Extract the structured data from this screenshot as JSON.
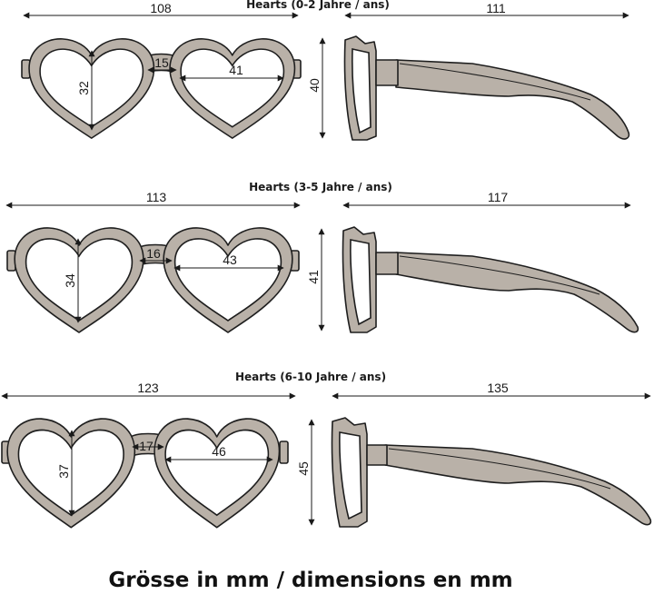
{
  "colors": {
    "frame": "#b9b1a8",
    "outline": "#1e1e1e",
    "lens": "#ffffff",
    "text": "#1a1a1a"
  },
  "models": [
    {
      "title": "Hearts (0-2 Jahre / ans)",
      "total_width": "108",
      "temple_length": "111",
      "lens_height": "32",
      "bridge": "15",
      "lens_width": "41",
      "frame_height": "40"
    },
    {
      "title": "Hearts (3-5 Jahre / ans)",
      "total_width": "113",
      "temple_length": "117",
      "lens_height": "34",
      "bridge": "16",
      "lens_width": "43",
      "frame_height": "41"
    },
    {
      "title": "Hearts (6-10 Jahre / ans)",
      "total_width": "123",
      "temple_length": "135",
      "lens_height": "37",
      "bridge": "17",
      "lens_width": "46",
      "frame_height": "45"
    }
  ],
  "caption": "Grösse in mm / dimensions en mm"
}
